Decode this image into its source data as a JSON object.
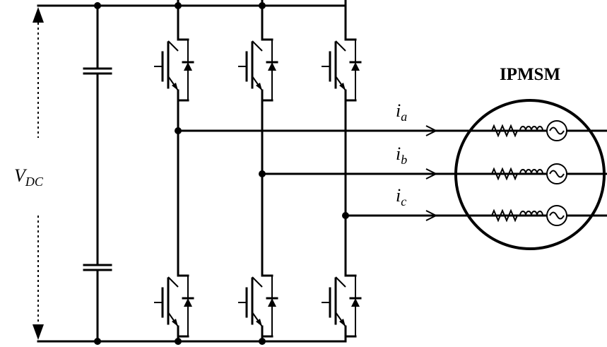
{
  "motor": {
    "label": "IPMSM"
  },
  "dc_voltage": {
    "symbol": "V",
    "subscript": "DC"
  },
  "phases": [
    {
      "symbol": "i",
      "subscript": "a"
    },
    {
      "symbol": "i",
      "subscript": "b"
    },
    {
      "symbol": "i",
      "subscript": "c"
    }
  ],
  "colors": {
    "line": "#000000",
    "background": "#ffffff"
  },
  "icons": [
    "igbt-icon",
    "diode-icon",
    "capacitor-icon",
    "resistor-icon",
    "inductor-icon",
    "ac-source-icon",
    "arrow-icon"
  ]
}
